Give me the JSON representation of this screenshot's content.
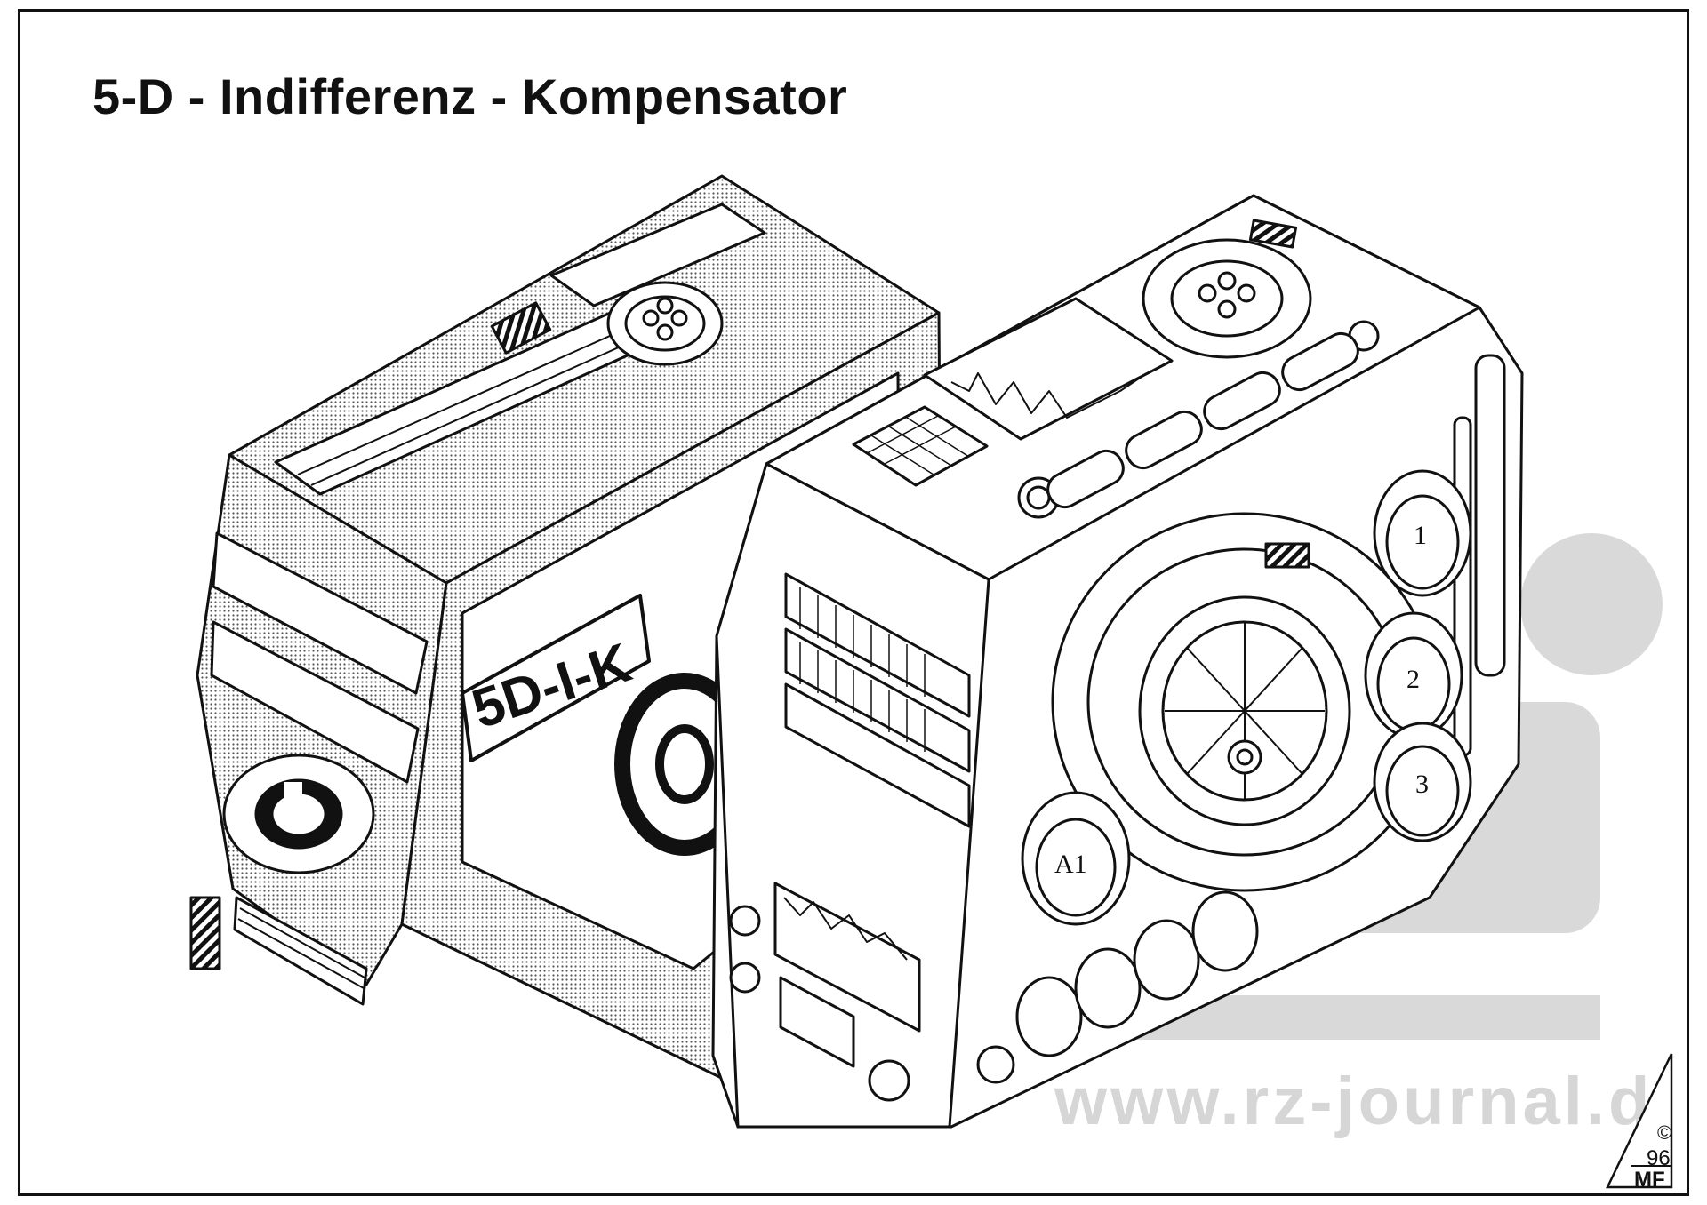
{
  "title": "5-D - Indifferenz - Kompensator",
  "device_label": "5D-I-K",
  "watermark": "www.rz-journal.d",
  "signature": {
    "copyright": "©",
    "year": "96",
    "initials": "MF"
  },
  "dial_labels": [
    "1",
    "2",
    "3",
    "A1"
  ],
  "colors": {
    "ink": "#111111",
    "paper": "#ffffff",
    "watermark": "#d6d6d6",
    "screentone": "#8a8a8a"
  }
}
